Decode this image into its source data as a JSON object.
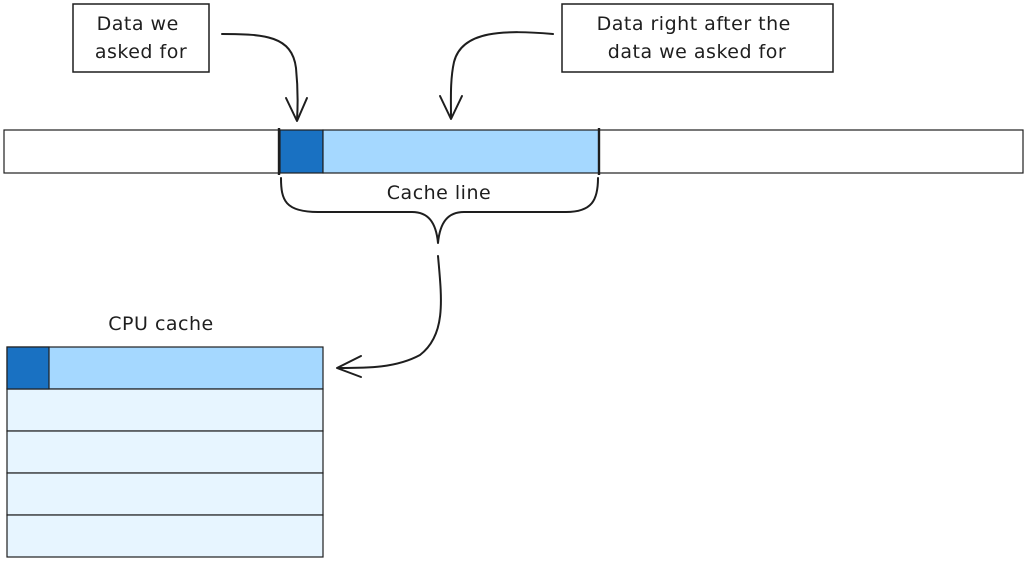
{
  "labels": {
    "data_asked": [
      "Data we",
      "asked for"
    ],
    "data_after": [
      "Data right after the",
      "data we asked for"
    ],
    "cache_line": "Cache line",
    "cpu_cache": "CPU cache"
  },
  "colors": {
    "asked_block": "#1971c2",
    "cache_line_fill": "#a5d8ff",
    "cache_row_fill": "#e7f5ff",
    "memory_fill": "#ffffff",
    "stroke": "#1e1e1e"
  },
  "cpu_cache": {
    "row_count": 5
  }
}
